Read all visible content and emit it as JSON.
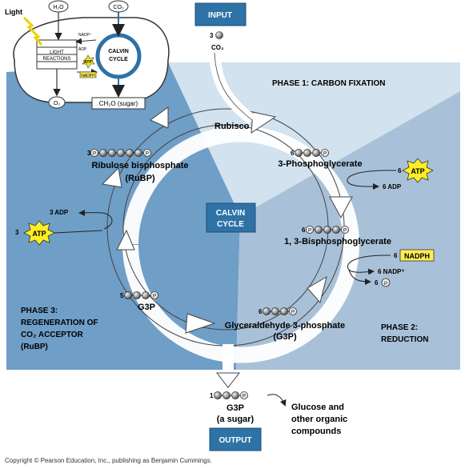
{
  "inset": {
    "light": "Light",
    "h2o": "H₂O",
    "co2": "CO₂",
    "light_reactions_1": "LIGHT",
    "light_reactions_2": "REACTIONS",
    "calvin_1": "CALVIN",
    "calvin_2": "CYCLE",
    "nadp": "NADP⁺",
    "adp": "ADP",
    "atp": "ATP",
    "nadph": "NADPH",
    "o2": "O₂",
    "sugar": "CH₂O (sugar)"
  },
  "input": {
    "title": "INPUT",
    "count": "3",
    "co2": "CO₂"
  },
  "phases": {
    "phase1": "PHASE 1: CARBON FIXATION",
    "phase2_line1": "PHASE 2:",
    "phase2_line2": "REDUCTION",
    "phase3_line1": "PHASE 3:",
    "phase3_line2": "REGENERATION OF",
    "phase3_line3": "CO₂ ACCEPTOR",
    "phase3_line4": "(RuBP)"
  },
  "center": {
    "line1": "CALVIN",
    "line2": "CYCLE"
  },
  "molecules": {
    "rubisco": "Rubisco",
    "rubp_count": "3",
    "rubp_name": "Ribulose bisphosphate",
    "rubp_abbr": "(RuBP)",
    "pga_count": "6",
    "pga_name": "3-Phosphoglycerate",
    "bpg_count": "6",
    "bpg_name": "1, 3-Bisphosphoglycerate",
    "g3p_count": "6",
    "g3p_name": "Glyceraldehyde 3-phosphate",
    "g3p_abbr": "(G3P)",
    "g3p5_count": "5",
    "g3p5_name": "G3P",
    "out_count": "1",
    "out_name": "G3P",
    "out_sub": "(a sugar)",
    "phosphate": "P"
  },
  "cofactors": {
    "atp6_count": "6",
    "atp6": "ATP",
    "adp6": "6 ADP",
    "nadph_count": "6",
    "nadph": "NADPH",
    "nadp6": "6 NADP⁺",
    "pi6": "6",
    "adp3": "3 ADP",
    "atp3_count": "3",
    "atp3": "ATP"
  },
  "output": {
    "title": "OUTPUT",
    "products_1": "Glucose and",
    "products_2": "other organic",
    "products_3": "compounds"
  },
  "copyright": "Copyright © Pearson Education, Inc., publishing as Benjamin Cummings.",
  "colors": {
    "dark_blue": "#6f9ec7",
    "mid_blue": "#a9c1d8",
    "light_blue": "#d2e2ee",
    "box_blue": "#2e72a6",
    "starburst": "#ffee22",
    "nadph_box": "#ffee55"
  }
}
